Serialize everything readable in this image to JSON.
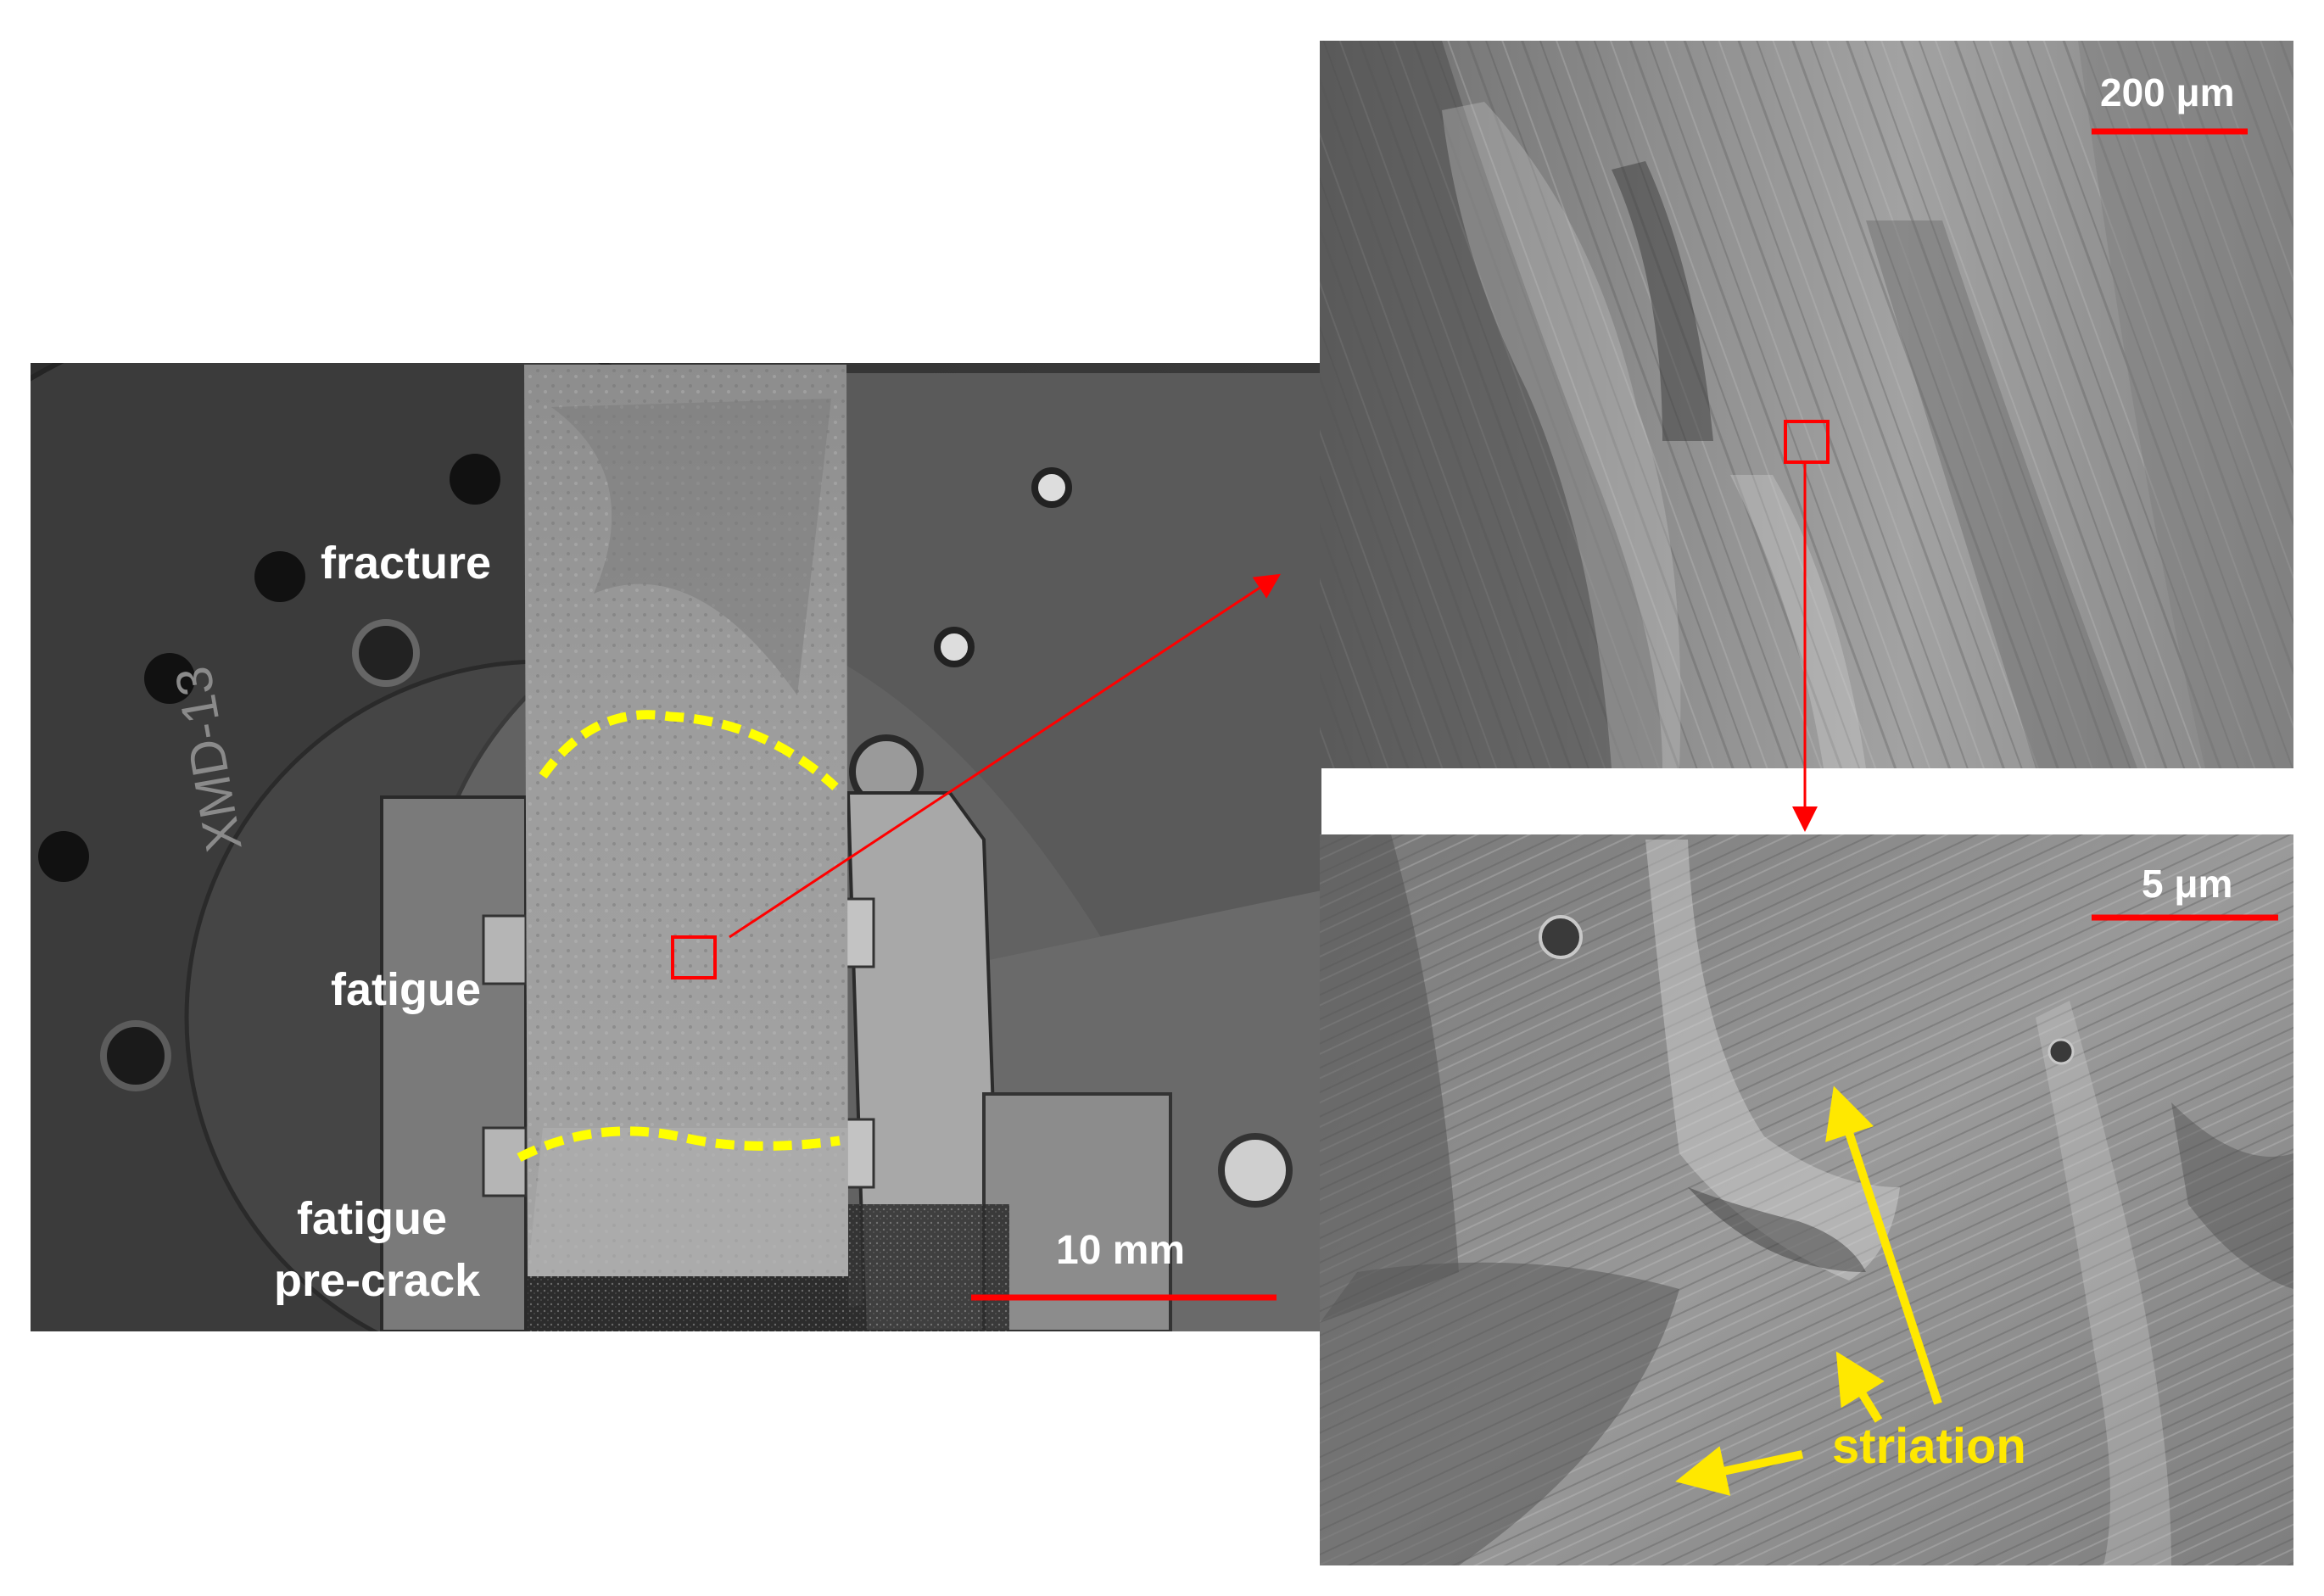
{
  "figure": {
    "labels": {
      "fracture": "fracture",
      "fatigue": "fatigue",
      "precrack_line1": "fatigue",
      "precrack_line2": "pre-crack",
      "striation": "striation"
    },
    "scalebars": {
      "macro": "10 mm",
      "mid": "200 μm",
      "micro": "5 μm"
    },
    "stage_engraving": "XMD-13",
    "colors": {
      "scalebar": "#ff0000",
      "boundary": "#ffff00",
      "annotation": "#ffe800",
      "text": "#ffffff"
    }
  }
}
